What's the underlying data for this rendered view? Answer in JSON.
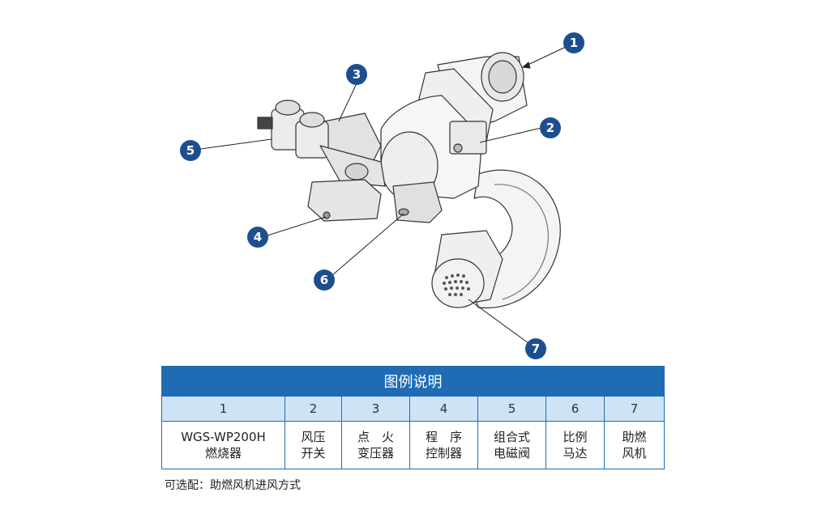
{
  "callouts": [
    "1",
    "2",
    "3",
    "4",
    "5",
    "6",
    "7"
  ],
  "legend": {
    "title": "图例说明",
    "items": [
      {
        "num": "1",
        "lines": [
          "WGS-WP200H",
          "燃烧器"
        ]
      },
      {
        "num": "2",
        "lines": [
          "风压",
          "开关"
        ]
      },
      {
        "num": "3",
        "lines": [
          "点　火",
          "变压器"
        ]
      },
      {
        "num": "4",
        "lines": [
          "程　序",
          "控制器"
        ]
      },
      {
        "num": "5",
        "lines": [
          "组合式",
          "电磁阀"
        ]
      },
      {
        "num": "6",
        "lines": [
          "比例",
          "马达"
        ]
      },
      {
        "num": "7",
        "lines": [
          "助燃",
          "风机"
        ]
      }
    ]
  },
  "note": "可选配：助燃风机进风方式",
  "colors": {
    "callout_fill": "#1d4f8f",
    "header_blue": "#1f6cb4",
    "row_light_blue": "#cfe3f6"
  }
}
